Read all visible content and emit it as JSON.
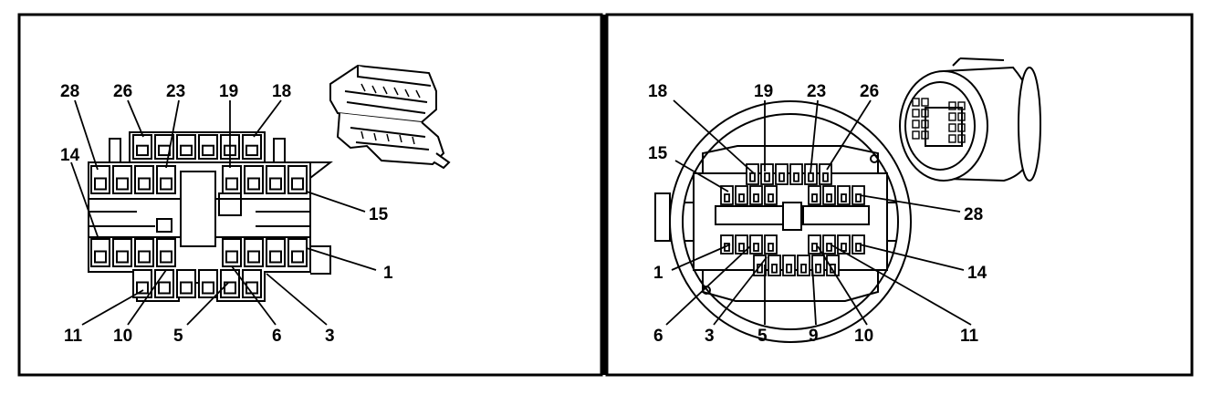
{
  "left_panel": {
    "labels_top": [
      "28",
      "26",
      "23",
      "19",
      "18"
    ],
    "labels_side": [
      "14",
      "15",
      "1"
    ],
    "labels_bottom": [
      "11",
      "10",
      "5",
      "6",
      "3"
    ]
  },
  "right_panel": {
    "labels_top": [
      "18",
      "19",
      "23",
      "26"
    ],
    "labels_side": [
      "15",
      "28",
      "1",
      "14"
    ],
    "labels_bottom": [
      "6",
      "3",
      "5",
      "9",
      "10",
      "11"
    ]
  },
  "colors": {
    "line": "#000000",
    "background": "#ffffff"
  }
}
